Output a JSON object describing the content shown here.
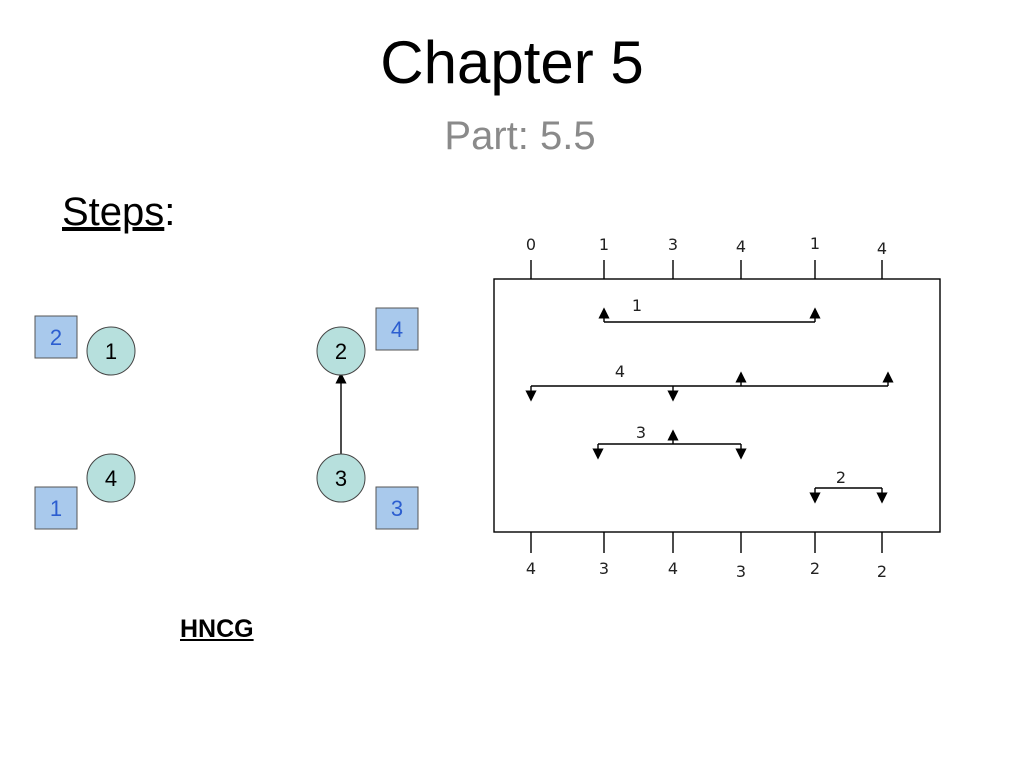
{
  "slide": {
    "title": "Chapter 5",
    "subtitle": "Part: 5.5",
    "steps_label": "Steps",
    "steps_colon": ":",
    "caption": "HNCG"
  },
  "graph": {
    "nodes": [
      "1",
      "2",
      "4",
      "3"
    ],
    "labels": [
      "2",
      "4",
      "1",
      "3"
    ],
    "edges": [
      {
        "from": "3",
        "to": "2"
      }
    ]
  },
  "channel": {
    "top_pins": [
      "0",
      "1",
      "3",
      "4",
      "1",
      "4"
    ],
    "bottom_pins": [
      "4",
      "3",
      "4",
      "3",
      "2",
      "2"
    ],
    "nets": [
      {
        "label": "1"
      },
      {
        "label": "4"
      },
      {
        "label": "3"
      },
      {
        "label": "2"
      }
    ]
  },
  "colors": {
    "label_box": "#a9c9ec",
    "label_text": "#2c5ed0",
    "node_fill": "#b7e0dd",
    "subtitle": "#8a8a8a"
  }
}
